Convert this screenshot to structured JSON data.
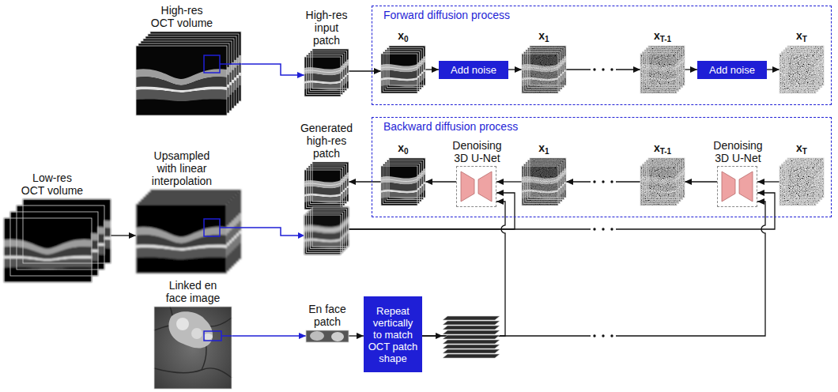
{
  "diagram": {
    "nodes": [
      {
        "text": [
          "High-res OCT volume"
        ]
      },
      {
        "text": [
          "High-res input patch"
        ]
      },
      {
        "text": [
          "Forward diffusion process"
        ]
      },
      {
        "text": [
          "x0"
        ],
        "in": 2
      },
      {
        "text": [
          "Add noise"
        ],
        "in": 2
      },
      {
        "text": [
          "x1"
        ],
        "in": 2
      },
      {
        "text": [
          "xT-1"
        ],
        "in": 2
      },
      {
        "text": [
          "Add noise"
        ],
        "in": 2
      },
      {
        "text": [
          "xT"
        ],
        "in": 2
      },
      {
        "text": [
          "Generated high-res patch"
        ]
      },
      {
        "text": [
          "Backward diffusion process"
        ]
      },
      {
        "text": [
          "x0"
        ],
        "in": 10
      },
      {
        "text": [
          "Denoising 3D U-Net"
        ],
        "in": 10
      },
      {
        "text": [
          "x1"
        ],
        "in": 10
      },
      {
        "text": [
          "xT-1"
        ],
        "in": 10
      },
      {
        "text": [
          "Denoising 3D U-Net"
        ],
        "in": 10
      },
      {
        "text": [
          "xT"
        ],
        "in": 10
      },
      {
        "text": [
          "Low-res OCT volume"
        ]
      },
      {
        "text": [
          "Upsampled with linear interpolation"
        ]
      },
      {
        "text": [
          "Linked en face image"
        ]
      },
      {
        "text": [
          "En face patch"
        ]
      },
      {
        "text": [
          "Repeat vertically to match OCT patch shape"
        ]
      }
    ],
    "edges": [
      {
        "from": 0,
        "to": 1,
        "arrow": "to"
      },
      {
        "from": 1,
        "to": 3,
        "arrow": "to"
      },
      {
        "from": 3,
        "to": 4,
        "arrow": "to"
      },
      {
        "from": 4,
        "to": 5,
        "arrow": "to"
      },
      {
        "from": 5,
        "to": 6,
        "arrow": "to"
      },
      {
        "from": 6,
        "to": 7,
        "arrow": "to"
      },
      {
        "from": 7,
        "to": 8,
        "arrow": "to"
      },
      {
        "from": 16,
        "to": 15,
        "arrow": "to"
      },
      {
        "from": 15,
        "to": 14,
        "arrow": "to"
      },
      {
        "from": 14,
        "to": 13,
        "arrow": "to"
      },
      {
        "from": 13,
        "to": 12,
        "arrow": "to"
      },
      {
        "from": 12,
        "to": 11,
        "arrow": "to"
      },
      {
        "from": 11,
        "to": 9,
        "arrow": "to"
      },
      {
        "from": 17,
        "to": 18,
        "arrow": "to"
      },
      {
        "from": 18,
        "to": 12,
        "arrow": "to"
      },
      {
        "from": 18,
        "to": 15,
        "arrow": "to"
      },
      {
        "from": 19,
        "to": 20,
        "arrow": "to"
      },
      {
        "from": 20,
        "to": 21,
        "arrow": "to"
      },
      {
        "from": 21,
        "to": 12,
        "arrow": "to"
      },
      {
        "from": 21,
        "to": 15,
        "arrow": "to"
      }
    ]
  }
}
